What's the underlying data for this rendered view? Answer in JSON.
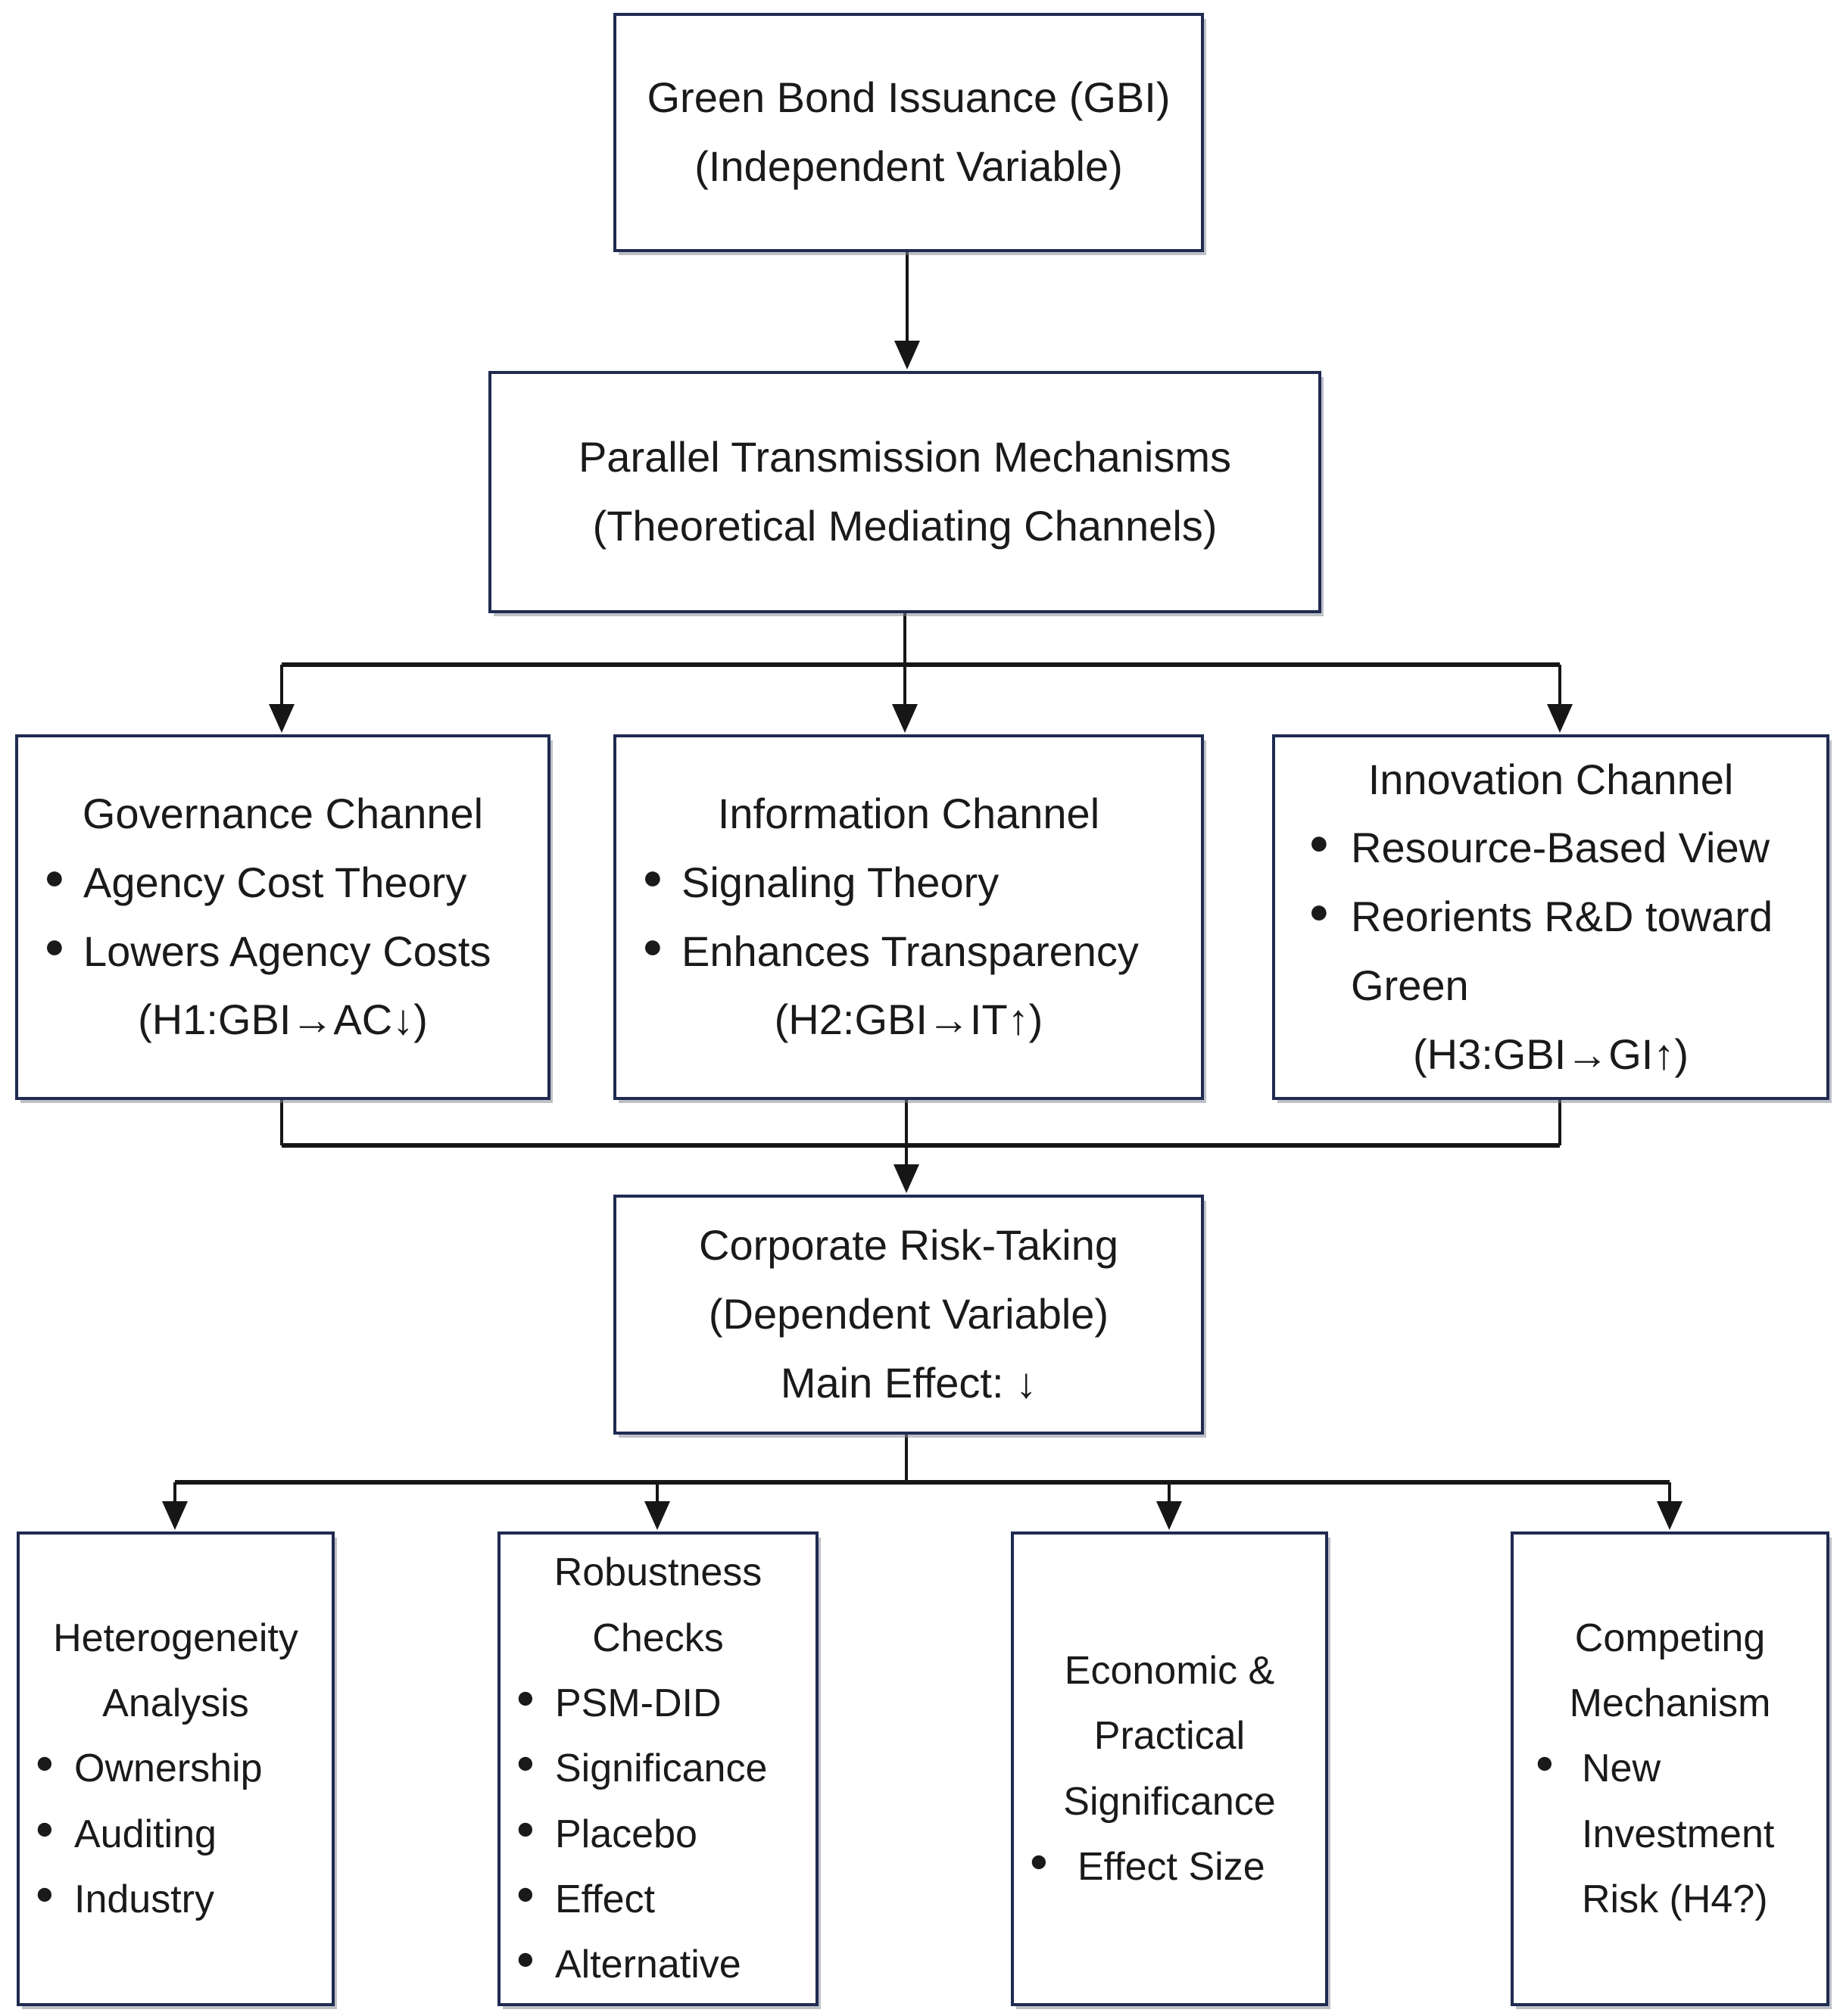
{
  "styles": {
    "border_color": "#1f2b50",
    "line_color": "#161616",
    "text_color": "#1a1a1a",
    "background": "#ffffff",
    "bullet_glyph": "●"
  },
  "boxes": {
    "independent": {
      "lines": [
        "Green Bond Issuance (GBI)",
        "(Independent Variable)"
      ]
    },
    "mechanisms": {
      "lines": [
        "Parallel Transmission Mechanisms",
        "(Theoretical Mediating Channels)"
      ]
    },
    "governance": {
      "title": "Governance Channel",
      "bullets": [
        "Agency Cost Theory",
        "Lowers Agency Costs"
      ],
      "hypothesis": "(H1:GBI→AC↓)"
    },
    "information": {
      "title": "Information Channel",
      "bullets": [
        "Signaling Theory",
        "Enhances Transparency"
      ],
      "hypothesis": "(H2:GBI→IT↑)"
    },
    "innovation": {
      "title": "Innovation Channel",
      "bullets": [
        "Resource-Based View",
        "Reorients R&D toward Green"
      ],
      "hypothesis": "(H3:GBI→GI↑)"
    },
    "dependent": {
      "lines": [
        "Corporate Risk-Taking",
        "(Dependent Variable)",
        "Main Effect: ↓"
      ]
    },
    "heterogeneity": {
      "title": "Heterogeneity Analysis",
      "bullets": [
        "Ownership",
        "Auditing",
        "Industry"
      ]
    },
    "robustness": {
      "title": "Robustness Checks",
      "bullets": [
        "PSM-DID",
        "Significance",
        "Placebo",
        "Effect",
        "Alternative"
      ]
    },
    "economic": {
      "title": "Economic & Practical Significance",
      "bullets": [
        "Effect Size"
      ]
    },
    "competing": {
      "title": "Competing Mechanism",
      "bullets": [
        "New Investment Risk (H4?)"
      ]
    }
  }
}
